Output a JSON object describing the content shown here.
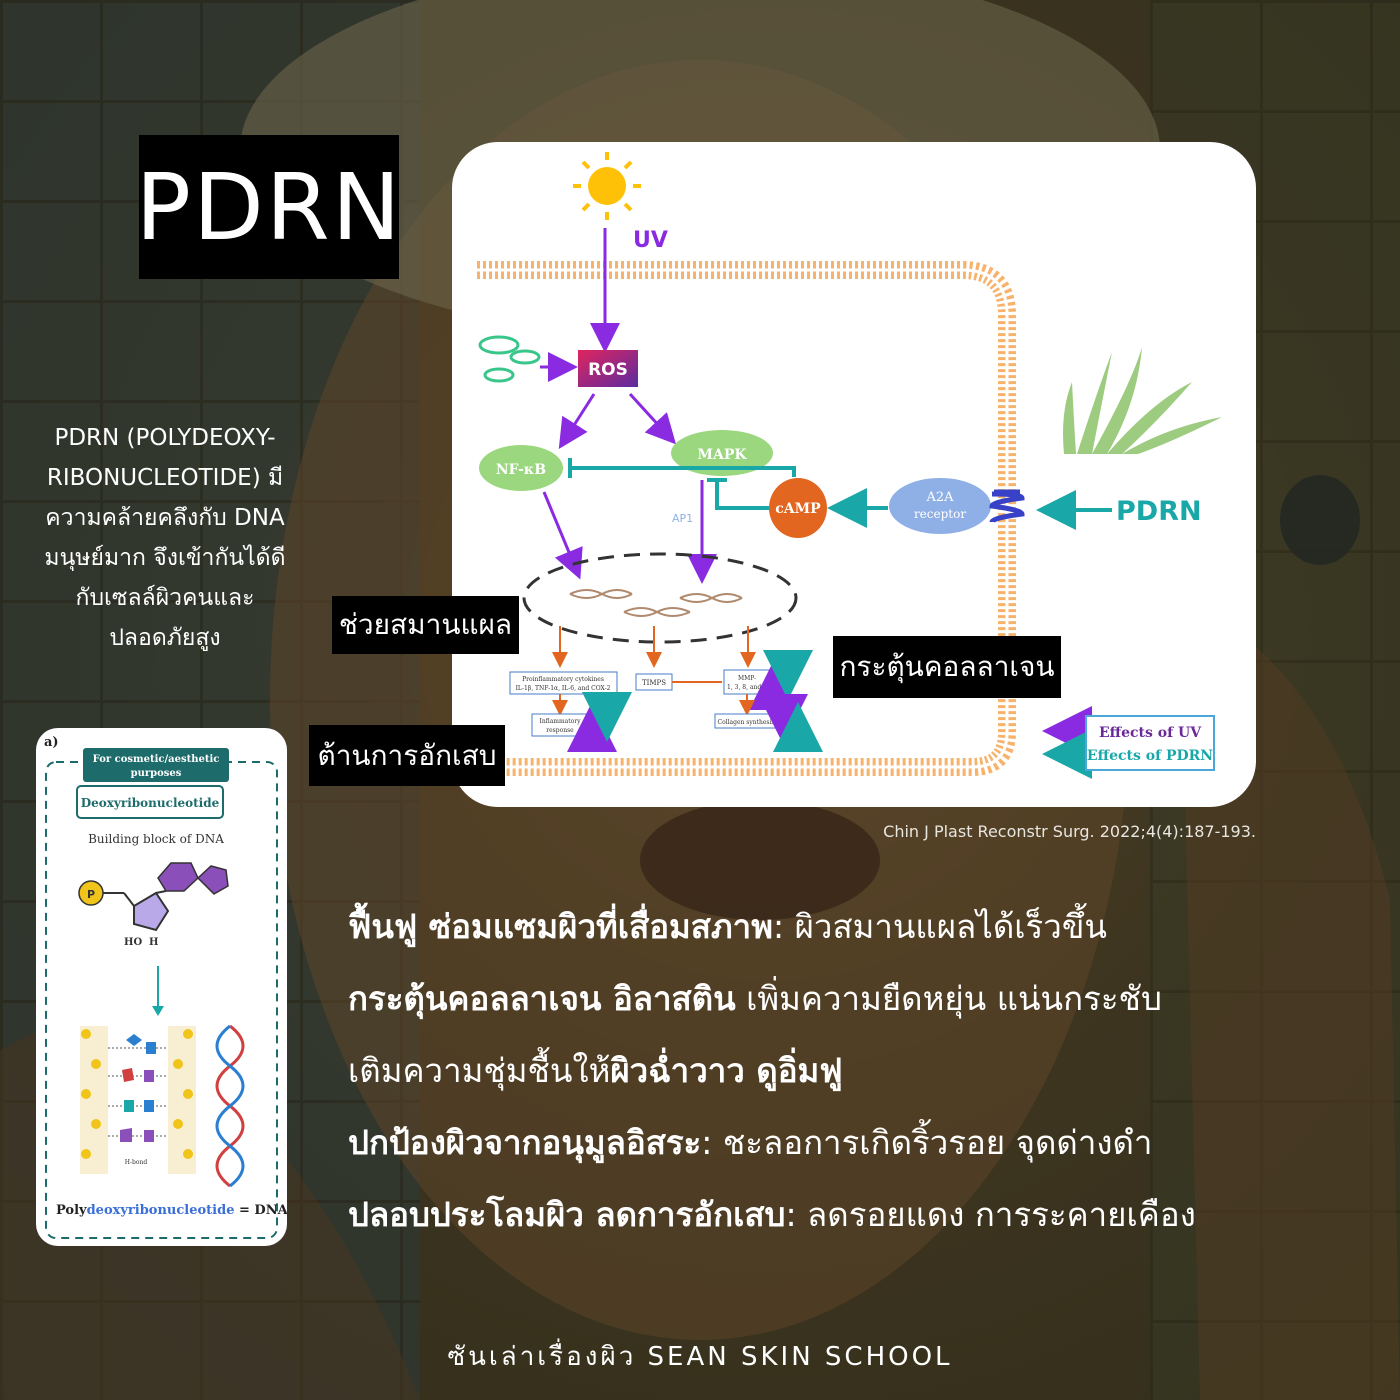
{
  "title": "PDRN",
  "intro_text": "PDRN (POLYDEOXY-RIBONUCLEOTIDE) มีความคล้ายคลึงกับ DNA มนุษย์มาก จึงเข้ากันได้ดีกับเซลล์ผิวคนและปลอดภัยสูง",
  "diagram": {
    "uv": "UV",
    "ros": "ROS",
    "nfkb": "NF-κB",
    "mapk": "MAPK",
    "ap1": "AP1",
    "camp": "cAMP",
    "receptor_a": "A2A",
    "receptor_b": "receptor",
    "pdrn": "PDRN",
    "box_cytokines_1": "Proinflammatory cytokines",
    "box_cytokines_2": "IL-1β, TNF-1α, IL-6, and COX-2",
    "box_timps": "TIMPS",
    "box_mmp_1": "MMP-",
    "box_mmp_2": "1, 3, 8, and 9",
    "box_inflammatory_1": "Inflammatory",
    "box_inflammatory_2": "response",
    "box_collagen": "Collagen synthesis",
    "legend_uv": "Effects of UV",
    "legend_pdrn": "Effects of PDRN"
  },
  "labels": {
    "wound": "ช่วยสมานแผล",
    "collagen": "กระตุ้นคอลลาเจน",
    "anti_inflammatory": "ต้านการอักเสบ"
  },
  "citation": "Chin J Plast Reconstr Surg. 2022;4(4):187-193.",
  "card": {
    "panel": "a)",
    "badge_1": "For cosmetic/aesthetic",
    "badge_2": "purposes",
    "name": "Deoxyribonucleotide",
    "caption": "Building block of DNA",
    "phosphate": "P",
    "ho": "HO",
    "h": "H",
    "hbond": "H-bond",
    "formula_prefix": "Poly",
    "formula_highlight": "deoxyribonucleotide",
    "formula_suffix": " = DNA"
  },
  "benefits": [
    {
      "bold": "ฟื้นฟู ซ่อมแซมผิวที่เสื่อมสภาพ",
      "rest": ": ผิวสมานแผลได้เร็วขึ้น"
    },
    {
      "bold": "กระตุ้นคอลลาเจน อิลาสติน",
      "rest": " เพิ่มความยืดหยุ่น แน่นกระชับ"
    },
    {
      "pre": "เติมความชุ่มชื้นให้",
      "bold": "ผิวฉ่ำวาว ดูอิ่มฟู"
    },
    {
      "bold": "ปกป้องผิวจากอนุมูลอิสระ",
      "rest": ": ชะลอการเกิดริ้วรอย จุดด่างดำ"
    },
    {
      "bold": "ปลอบประโลมผิว ลดการอักเสบ",
      "rest": ": ลดรอยแดง การระคายเคือง"
    }
  ],
  "footer": "ซันเล่าเรื่องผิว SEAN SKIN SCHOOL",
  "colors": {
    "uv_purple": "#8a2be2",
    "pdrn_teal": "#1aa7a8",
    "membrane": "#f7b26b",
    "node_green": "#9ad77e",
    "camp_orange": "#e2661f"
  }
}
